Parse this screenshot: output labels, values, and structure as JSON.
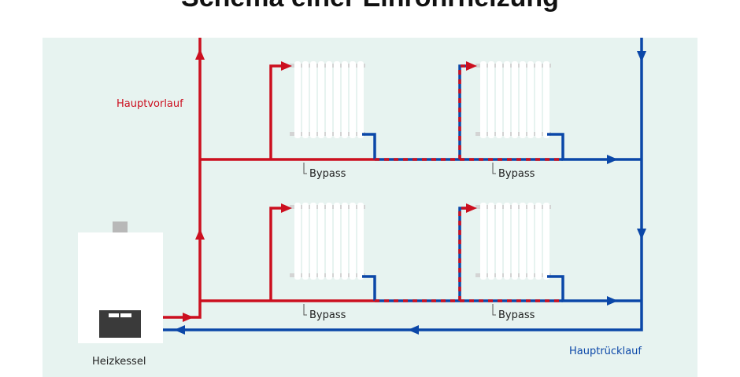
{
  "title": "Schema einer Einrohrheizung",
  "labels": {
    "supply_main": "Hauptvorlauf",
    "return_main": "Hauptrücklauf",
    "boiler": "Heizkessel",
    "bypass": [
      "Bypass",
      "Bypass",
      "Bypass",
      "Bypass"
    ]
  },
  "colors": {
    "supply": "#cc0f1f",
    "return": "#0b47a8",
    "background": "#e7f3f0",
    "radiator": "#ffffff",
    "boiler_display": "#3a3a3a"
  }
}
